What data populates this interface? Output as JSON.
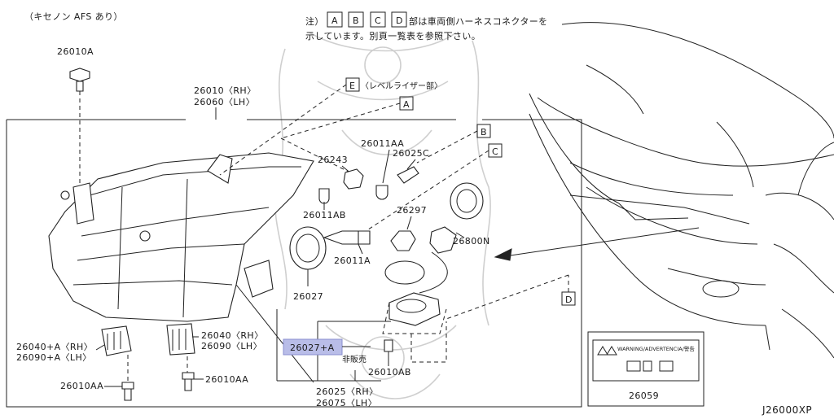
{
  "header": {
    "note_top": "（キセノン AFS あり）",
    "note_prefix": "注）",
    "boxes": [
      "A",
      "B",
      "C",
      "D"
    ],
    "note_line1": "部は車両側ハーネスコネクターを",
    "note_line2": "示しています。別頁一覧表を参照下さい。"
  },
  "labels": {
    "p26010A": "26010A",
    "p26010_rh": "26010〈RH〉",
    "p26060_lh": "26060〈LH〉",
    "box_e": "E",
    "leveler": "〈レベルライザー部〉",
    "box_a": "A",
    "box_b": "B",
    "box_c": "C",
    "box_d": "D",
    "p26011AA_top": "26011AA",
    "p26243": "26243",
    "p26025C": "26025C",
    "p26011AB": "26011AB",
    "p26297": "26297",
    "p26800N": "26800N",
    "p26011A": "26011A",
    "p26027": "26027",
    "p26027A": "26027+A",
    "not_sold": "非販売",
    "p26010AB": "26010AB",
    "p26040A_rh": "26040+A〈RH〉",
    "p26090A_lh": "26090+A〈LH〉",
    "p26040_rh": "26040〈RH〉",
    "p26090_lh": "26090〈LH〉",
    "p26010AA_left": "26010AA",
    "p26010AA_mid": "26010AA",
    "p26025_rh": "26025〈RH〉",
    "p26075_lh": "26075〈LH〉",
    "warning_text": "WARNING/ADVERTENCIA/警告",
    "p26059": "26059",
    "diagram_code": "J26000XP"
  },
  "colors": {
    "highlight": "#b9bde8",
    "line": "#222222",
    "watermark": "#d0d0d0"
  }
}
